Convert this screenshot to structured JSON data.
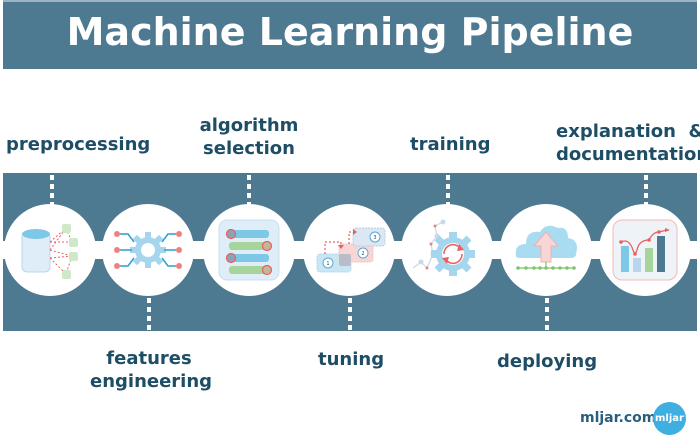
{
  "title": "Machine Learning Pipeline",
  "colors": {
    "band": "#4d7a91",
    "label_text": "#1e4d66",
    "brand_blue": "#3faee0",
    "accent_red": "#e8615f",
    "accent_green": "#a6d49b",
    "accent_lightblue": "#7cc8e6"
  },
  "steps": [
    {
      "label": "preprocessing",
      "position": "top",
      "icon": "database-network-icon"
    },
    {
      "label": "features engineering",
      "line1": "features",
      "line2": "engineering",
      "position": "bottom",
      "icon": "gear-connections-icon"
    },
    {
      "label": "algorithm selection",
      "line1": "algorithm",
      "line2": "selection",
      "position": "top",
      "icon": "algorithm-list-icon"
    },
    {
      "label": "tuning",
      "position": "bottom",
      "icon": "tuning-steps-icon"
    },
    {
      "label": "training",
      "position": "top",
      "icon": "gear-cycle-icon"
    },
    {
      "label": "deploying",
      "position": "bottom",
      "icon": "cloud-upload-icon"
    },
    {
      "label": "explanation & documentation",
      "line1": "explanation  &",
      "line2": "documentation",
      "position": "top",
      "icon": "bar-chart-icon"
    }
  ],
  "tuning_badges": [
    "1",
    "2",
    "3"
  ],
  "brand": {
    "site": "mljar.com",
    "logo_text": "mljar"
  }
}
